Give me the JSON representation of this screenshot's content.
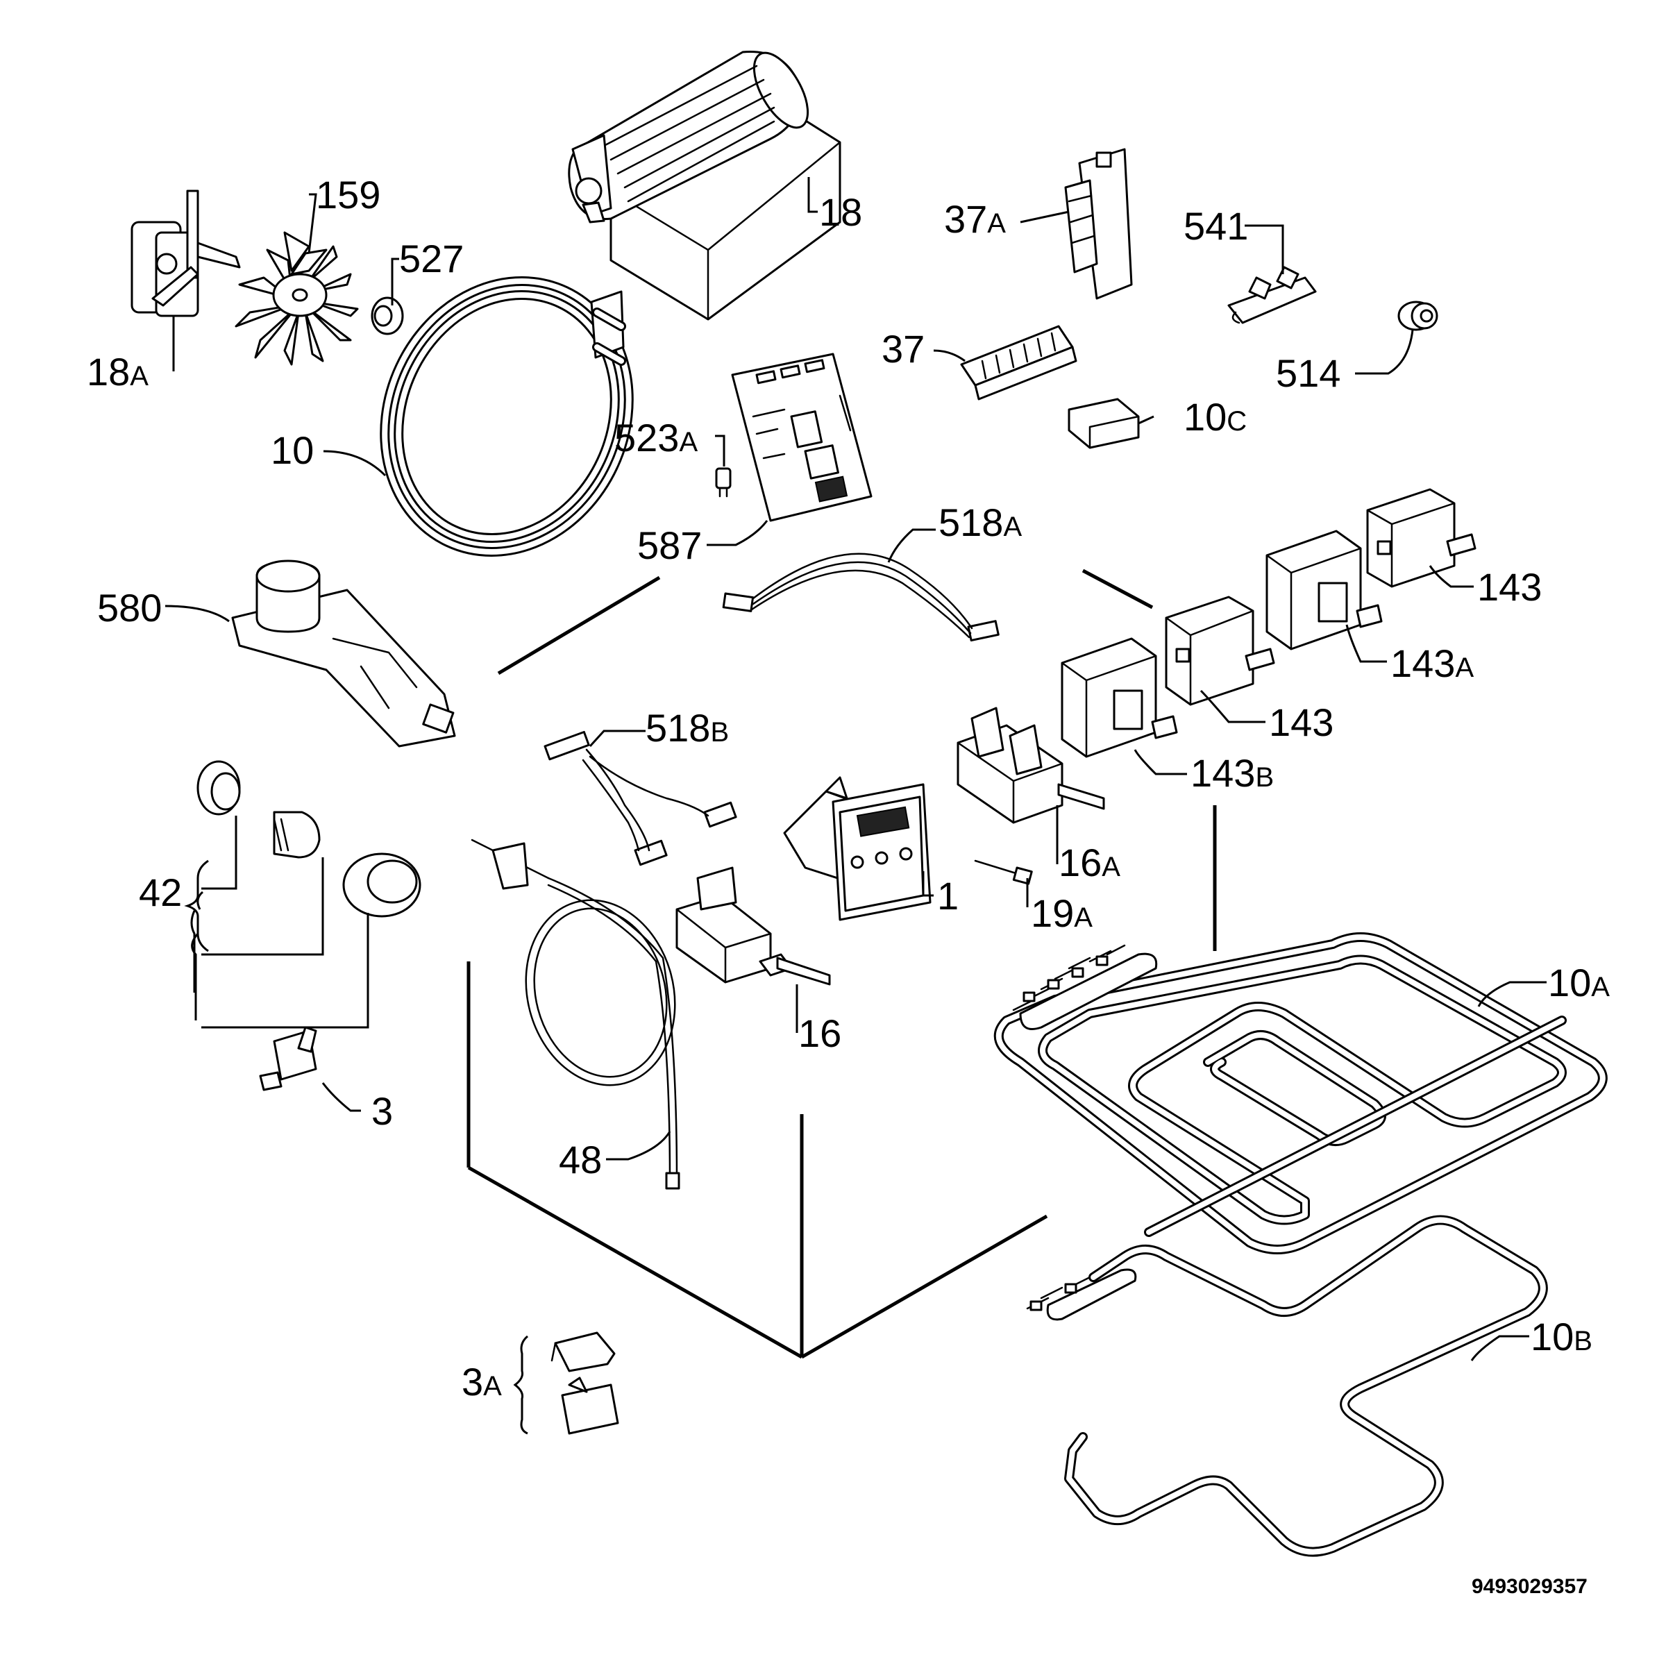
{
  "document_id": "9493029357",
  "labels": {
    "l1": "1",
    "l3": "3",
    "l3a": "3",
    "l3a_suffix": "A",
    "l10": "10",
    "l10a": "10",
    "l10a_suffix": "A",
    "l10b": "10",
    "l10b_suffix": "B",
    "l10c": "10",
    "l10c_suffix": "C",
    "l16": "16",
    "l16a": "16",
    "l16a_suffix": "A",
    "l18": "18",
    "l18a": "18",
    "l18a_suffix": "A",
    "l19a": "19",
    "l19a_suffix": "A",
    "l37": "37",
    "l37a": "37",
    "l37a_suffix": "A",
    "l42": "42",
    "l48": "48",
    "l143_top": "143",
    "l143_mid": "143",
    "l143a": "143",
    "l143a_suffix": "A",
    "l143b": "143",
    "l143b_suffix": "B",
    "l159": "159",
    "l514": "514",
    "l518a": "518",
    "l518a_suffix": "A",
    "l518b": "518",
    "l518b_suffix": "B",
    "l523a": "523",
    "l523a_suffix": "A",
    "l527": "527",
    "l541": "541",
    "l580": "580",
    "l587": "587"
  }
}
